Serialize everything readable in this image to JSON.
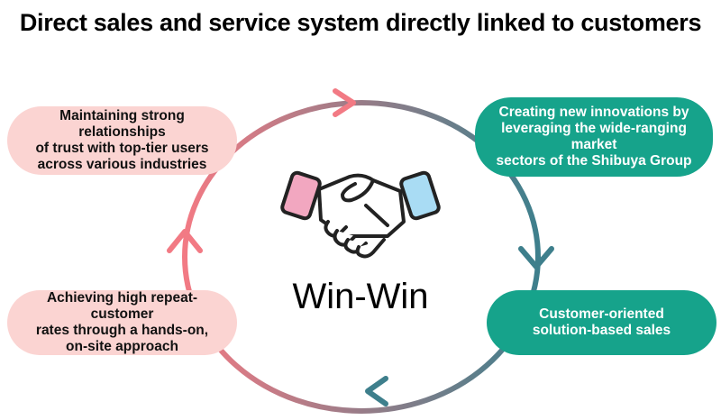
{
  "title": "Direct sales and service system directly linked to customers",
  "center": {
    "label": "Win-Win",
    "icon": "handshake-icon"
  },
  "steps": {
    "top_left": "Maintaining strong relationships\nof trust with top-tier users\nacross various industries",
    "top_right": "Creating new innovations by\nleveraging the wide-ranging market\nsectors of the Shibuya Group",
    "bottom_right": "Customer-oriented\nsolution-based sales",
    "bottom_left": "Achieving high repeat-customer\nrates through a hands-on,\non-site approach"
  },
  "colors": {
    "pink": "#f27a84",
    "pink_light": "#fbd4d2",
    "teal": "#16a38b",
    "teal_dark": "#3e7f8c",
    "cuff_pink": "#f2a7c0",
    "cuff_blue": "#a9dcf4"
  }
}
